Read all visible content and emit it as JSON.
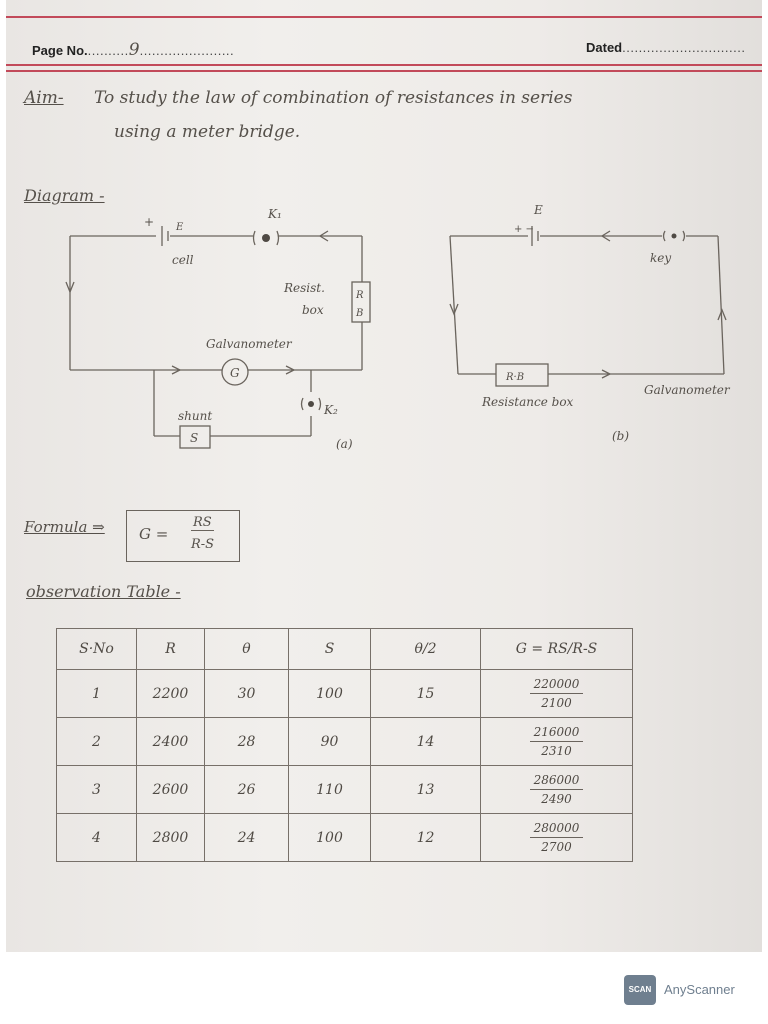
{
  "header": {
    "page_label": "Page No.",
    "page_number": "9",
    "dated_label": "Dated"
  },
  "aim": {
    "label": "Aim-",
    "line1": "To study the law of combination of resistances in series",
    "line2": "using a meter bridge."
  },
  "diagram": {
    "heading": "Diagram -",
    "a": {
      "plus": "+",
      "cell_label_e": "E",
      "cell": "cell",
      "k1": "K₁",
      "resist_line1": "Resist.",
      "resist_line2": "box",
      "rb_r": "R",
      "rb_b": "B",
      "galvanometer": "Galvanometer",
      "g": "G",
      "k2": "K₂",
      "shunt": "shunt",
      "s": "S",
      "caption": "(a)"
    },
    "b": {
      "e": "E",
      "plus_minus": "+ −",
      "key": "key",
      "rb": "R·B",
      "resistance_box": "Resistance box",
      "galvanometer": "Galvanometer",
      "caption": "(b)"
    }
  },
  "formula": {
    "label": "Formula ⇒",
    "g": "G =",
    "numerator": "RS",
    "denominator": "R-S"
  },
  "observation": {
    "heading": "observation Table -",
    "headers": [
      "S·No",
      "R",
      "θ",
      "S",
      "θ/2",
      "G = RS/R-S"
    ],
    "rows": [
      {
        "sno": "1",
        "r": "2200",
        "theta": "30",
        "s": "100",
        "half": "15",
        "num": "220000",
        "den": "2100"
      },
      {
        "sno": "2",
        "r": "2400",
        "theta": "28",
        "s": "90",
        "half": "14",
        "num": "216000",
        "den": "2310"
      },
      {
        "sno": "3",
        "r": "2600",
        "theta": "26",
        "s": "110",
        "half": "13",
        "num": "286000",
        "den": "2490"
      },
      {
        "sno": "4",
        "r": "2800",
        "theta": "24",
        "s": "100",
        "half": "12",
        "num": "280000",
        "den": "2700"
      }
    ]
  },
  "footer": {
    "logo_text": "SCAN",
    "app_name": "AnyScanner"
  }
}
